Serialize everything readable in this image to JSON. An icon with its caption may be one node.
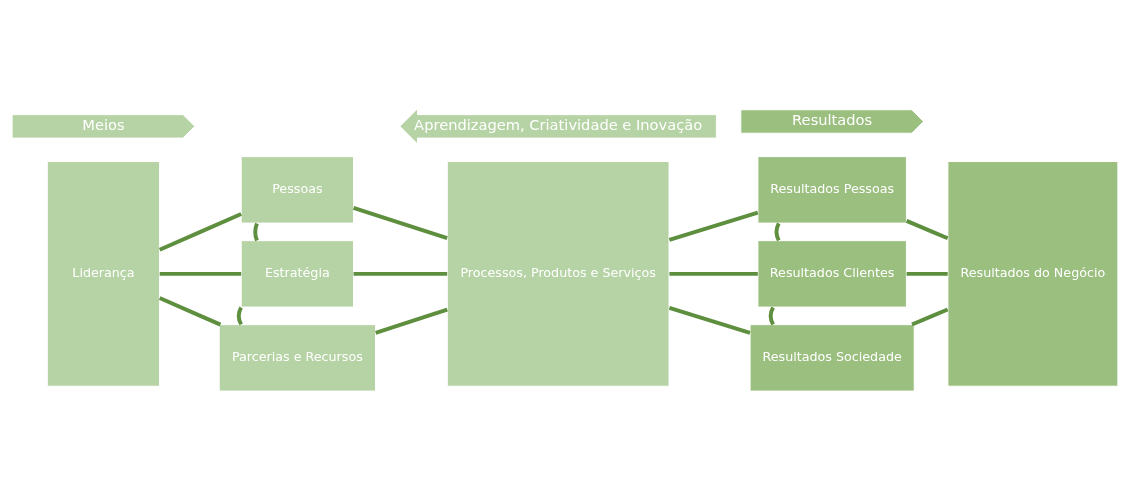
{
  "diagram": {
    "nodes": [
      {
        "text": [
          "Meios"
        ]
      },
      {
        "text": [
          "Resultados"
        ]
      },
      {
        "text": [
          "Liderança"
        ]
      },
      {
        "text": [
          "Pessoas"
        ]
      },
      {
        "text": [
          "Estratégia"
        ]
      },
      {
        "text": [
          "Parcerias e Recursos"
        ]
      },
      {
        "text": [
          "Processos, Produtos e Serviços"
        ]
      },
      {
        "text": [
          "Resultados Pessoas"
        ]
      },
      {
        "text": [
          "Resultados Clientes"
        ]
      },
      {
        "text": [
          "Resultados Sociedade"
        ]
      },
      {
        "text": [
          "Resultados do Negócio"
        ]
      },
      {
        "text": [
          "Aprendizagem, Criatividade e Inovação"
        ]
      }
    ],
    "edges": [
      {
        "from": 2,
        "to": 3,
        "arrow": "none"
      },
      {
        "from": 2,
        "to": 4,
        "arrow": "none"
      },
      {
        "from": 2,
        "to": 5,
        "arrow": "none"
      },
      {
        "from": 3,
        "to": 4,
        "arrow": "none"
      },
      {
        "from": 4,
        "to": 5,
        "arrow": "none"
      },
      {
        "from": 3,
        "to": 6,
        "arrow": "none"
      },
      {
        "from": 4,
        "to": 6,
        "arrow": "none"
      },
      {
        "from": 5,
        "to": 6,
        "arrow": "none"
      },
      {
        "from": 6,
        "to": 7,
        "arrow": "none"
      },
      {
        "from": 6,
        "to": 8,
        "arrow": "none"
      },
      {
        "from": 6,
        "to": 9,
        "arrow": "none"
      },
      {
        "from": 7,
        "to": 8,
        "arrow": "none"
      },
      {
        "from": 8,
        "to": 9,
        "arrow": "none"
      },
      {
        "from": 7,
        "to": 10,
        "arrow": "none"
      },
      {
        "from": 8,
        "to": 10,
        "arrow": "none"
      },
      {
        "from": 9,
        "to": 10,
        "arrow": "none"
      }
    ]
  }
}
